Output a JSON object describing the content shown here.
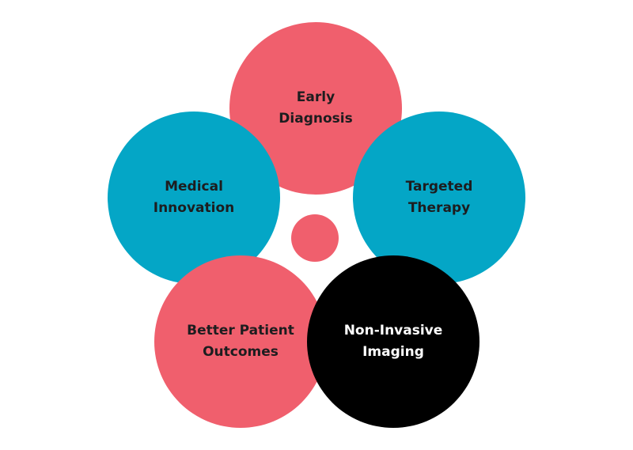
{
  "colors": {
    "coral": "#f05f6d",
    "teal": "#04a6c6",
    "black": "#000000",
    "dark_text": "#1d1d1f",
    "light_text": "#ffffff"
  },
  "nodes": {
    "early": {
      "label": "Early\nDiagnosis"
    },
    "medical": {
      "label": "Medical\nInnovation"
    },
    "targeted": {
      "label": "Targeted\nTherapy"
    },
    "better": {
      "label": "Better Patient\nOutcomes"
    },
    "noninvasive": {
      "label": "Non-Invasive\nImaging"
    }
  }
}
